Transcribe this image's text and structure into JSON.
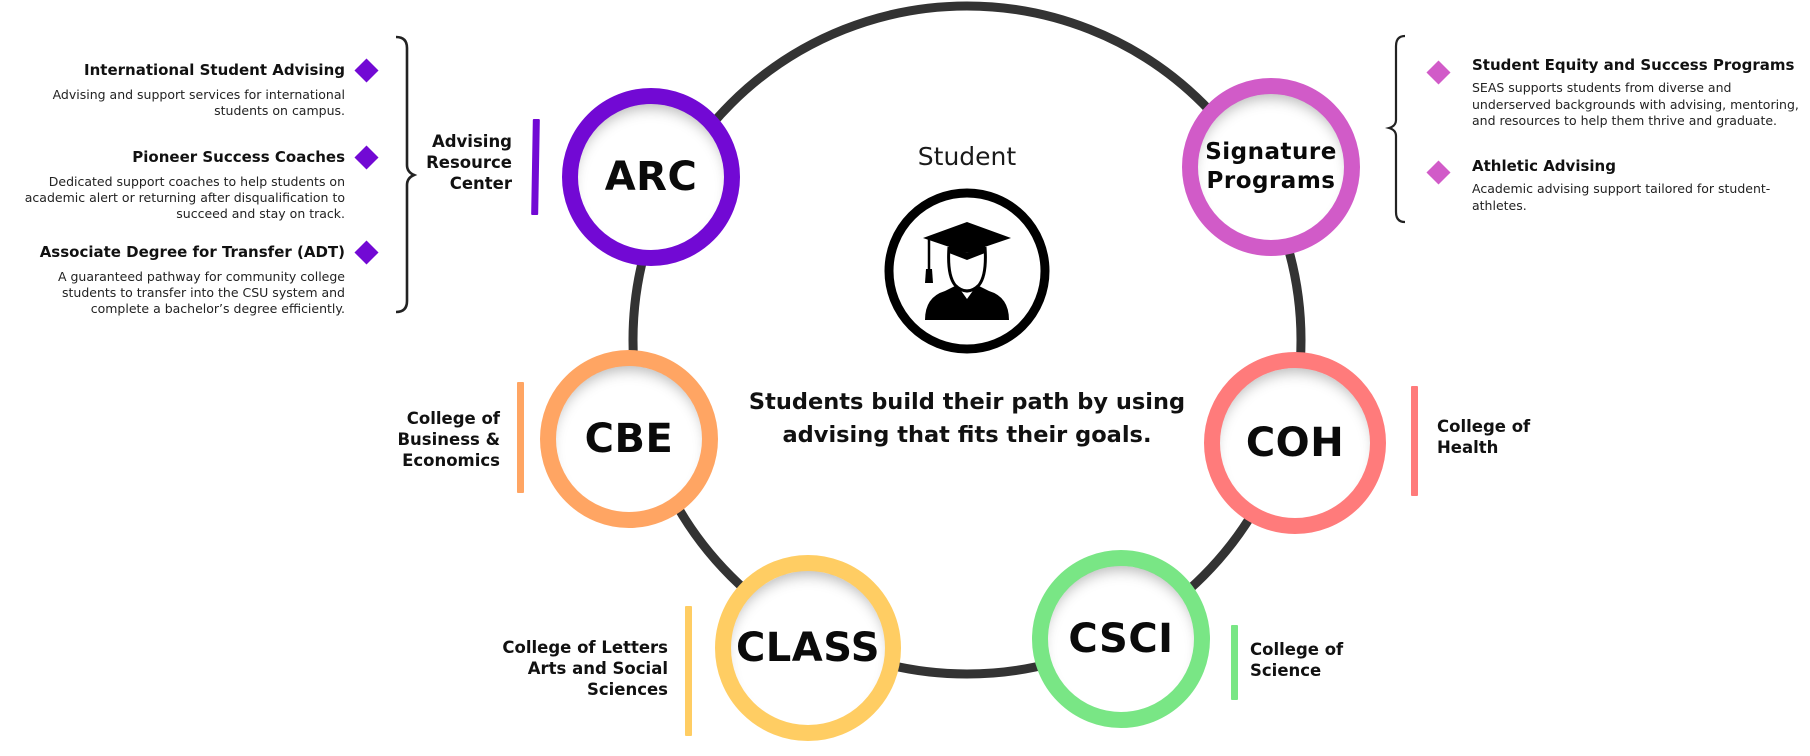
{
  "diagram": {
    "center": {
      "title": "Student",
      "icon": "graduate-student-icon",
      "tagline_line1": "Students build their path by using",
      "tagline_line2": "advising that fits their goals."
    },
    "colors": {
      "ring": "#333333",
      "arc": "#7209D4",
      "signature": "#D15BC8",
      "cbe": "#FFA563",
      "coh": "#FF7B7B",
      "class": "#FFCD63",
      "csci": "#79E685"
    },
    "nodes": [
      {
        "id": "arc",
        "label": "ARC",
        "description_lines": [
          "Advising",
          "Resource",
          "Center"
        ]
      },
      {
        "id": "signature",
        "label_line1": "Signature",
        "label_line2": "Programs"
      },
      {
        "id": "cbe",
        "label": "CBE",
        "description_lines": [
          "College of",
          "Business &",
          "Economics"
        ]
      },
      {
        "id": "coh",
        "label": "COH",
        "description_lines": [
          "College of",
          "Health"
        ]
      },
      {
        "id": "class",
        "label": "CLASS",
        "description_lines": [
          "College of Letters",
          "Arts and Social",
          "Sciences"
        ]
      },
      {
        "id": "csci",
        "label": "CSCI",
        "description_lines": [
          "College of",
          "Science"
        ]
      }
    ],
    "arc_programs": [
      {
        "title": "International Student Advising",
        "lines": [
          "Advising and support services for international",
          "students on campus."
        ]
      },
      {
        "title": "Pioneer Success Coaches",
        "lines": [
          "Dedicated support coaches to help students on",
          "academic alert or returning after disqualification to",
          "succeed and stay on track."
        ]
      },
      {
        "title": "Associate Degree for Transfer (ADT)",
        "lines": [
          "A guaranteed pathway for community college",
          "students to transfer into the CSU system and",
          "complete a bachelor’s degree efficiently."
        ]
      }
    ],
    "signature_programs": [
      {
        "title": "Student Equity and Success Programs",
        "lines": [
          "SEAS supports students from diverse and",
          "underserved backgrounds with advising, mentoring,",
          "and resources to help them thrive and graduate."
        ]
      },
      {
        "title": "Athletic Advising",
        "lines": [
          "Academic advising support tailored for student-",
          "athletes."
        ]
      }
    ]
  }
}
